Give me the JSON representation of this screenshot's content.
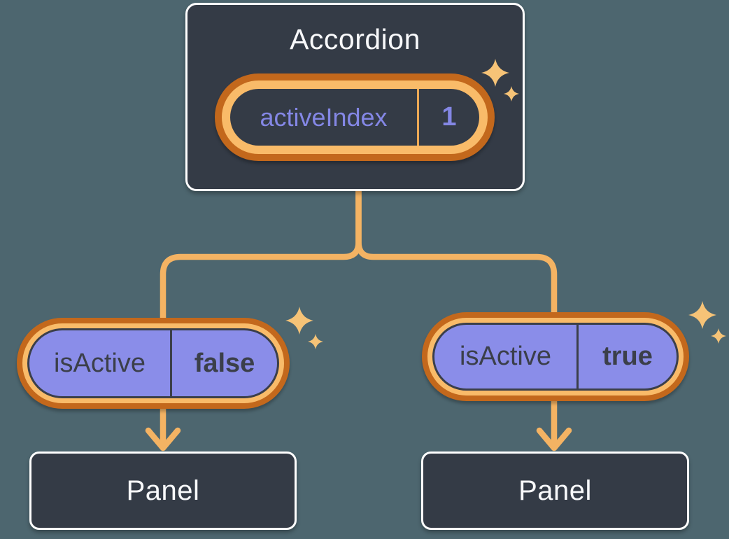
{
  "accordion": {
    "title": "Accordion",
    "state": {
      "name": "activeIndex",
      "value": "1"
    }
  },
  "children": [
    {
      "prop": {
        "name": "isActive",
        "value": "false"
      },
      "panel": {
        "title": "Panel"
      }
    },
    {
      "prop": {
        "name": "isActive",
        "value": "true"
      },
      "panel": {
        "title": "Panel"
      }
    }
  ],
  "icons": {
    "sparkles": "sparkles-icon",
    "arrow_down": "arrow-down-icon"
  },
  "colors": {
    "background": "#4D666F",
    "node_fill": "#343B46",
    "node_border": "#FFFFFF",
    "pill_fill": "#8A8DE9",
    "ring_outer": "#C3681C",
    "ring_inner": "#F9BB69",
    "connector": "#F4B363",
    "sparkle": "#F6C377",
    "divider_orange": "#ECA855",
    "text_light": "#F8F9FB",
    "text_dark": "#3B3F4A",
    "text_purple": "#8487E5"
  }
}
